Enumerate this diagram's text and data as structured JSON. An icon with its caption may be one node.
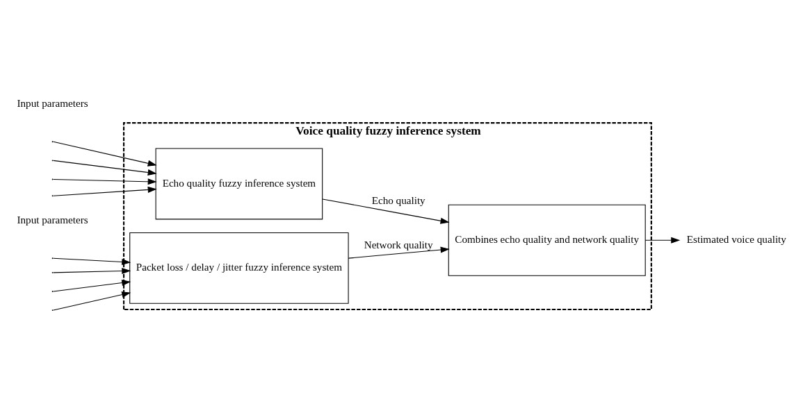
{
  "diagram": {
    "nodes": [
      {
        "text": [
          "Voice quality fuzzy inference system"
        ]
      },
      {
        "text": [
          "Echo quality fuzzy inference system"
        ],
        "in": 0
      },
      {
        "text": [
          "Packet loss / delay / jitter fuzzy inference system"
        ],
        "in": 0
      },
      {
        "text": [
          "Combines echo quality and network quality"
        ],
        "in": 0
      },
      {
        "text": [
          "Estimated voice quality"
        ]
      }
    ],
    "edges": [
      {
        "from": null,
        "to": 1,
        "arrow": "to"
      },
      {
        "from": null,
        "to": 1,
        "arrow": "to"
      },
      {
        "from": null,
        "to": 1,
        "arrow": "to"
      },
      {
        "from": null,
        "to": 1,
        "arrow": "to"
      },
      {
        "from": null,
        "to": 2,
        "arrow": "to"
      },
      {
        "from": null,
        "to": 2,
        "arrow": "to"
      },
      {
        "from": null,
        "to": 2,
        "arrow": "to"
      },
      {
        "from": null,
        "to": 2,
        "arrow": "to"
      },
      {
        "from": 1,
        "to": 3,
        "arrow": "to",
        "label": "Echo quality"
      },
      {
        "from": 2,
        "to": 3,
        "arrow": "to",
        "label": "Network quality"
      },
      {
        "from": 3,
        "to": 4,
        "arrow": "to"
      }
    ],
    "labels": [
      "Input parameters",
      "Input parameters"
    ]
  }
}
